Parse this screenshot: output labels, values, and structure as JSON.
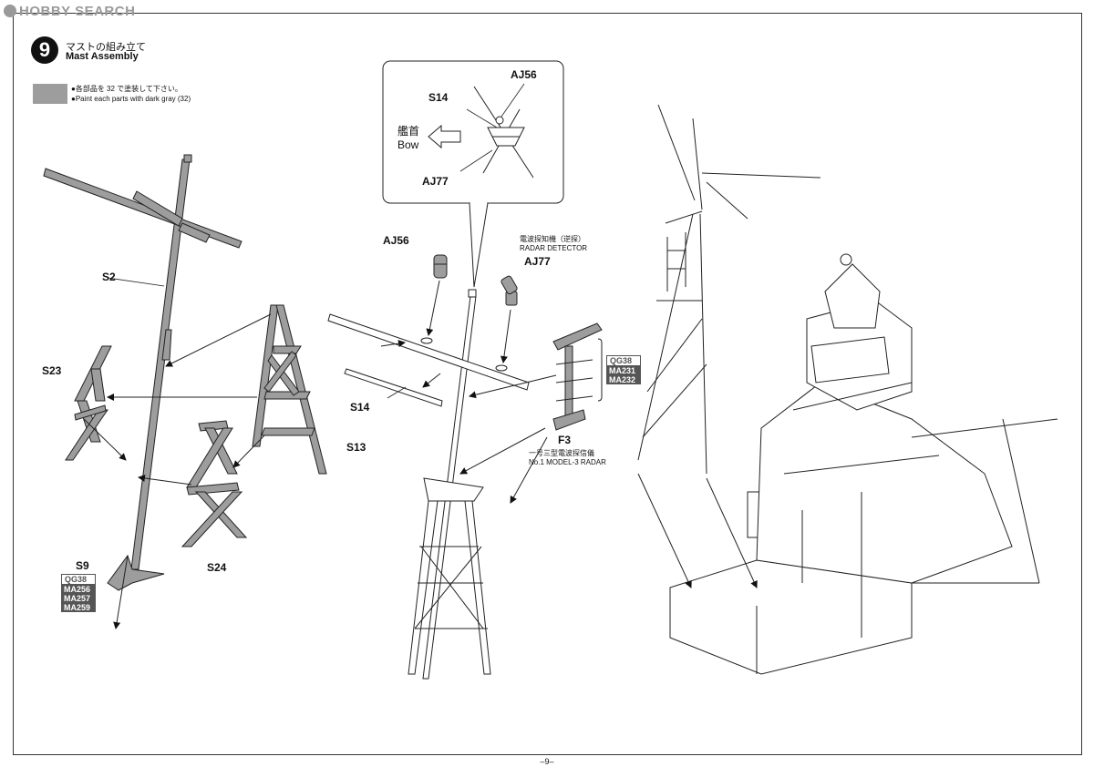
{
  "watermark": "HOBBY SEARCH",
  "step": {
    "number": "9",
    "title_jp": "マストの組み立て",
    "title_en": "Mast Assembly"
  },
  "paint_note": {
    "color": "#9d9d9d",
    "line_jp": "●各部品を 32 で塗装して下さい。",
    "line_en": "●Paint each parts with dark gray (32)"
  },
  "left_parts": {
    "s2": "S2",
    "s23": "S23",
    "s13": "S13",
    "s24": "S24",
    "s9": "S9"
  },
  "s9_codes": [
    "QG38",
    "MA256",
    "MA257",
    "MA259"
  ],
  "detail_view": {
    "aj56": "AJ56",
    "s14": "S14",
    "aj77": "AJ77",
    "bow_jp": "艦首",
    "bow_en": "Bow"
  },
  "middle_parts": {
    "aj56": "AJ56",
    "radar_detector_jp": "電波探知機（逆探）",
    "radar_detector_en": "RADAR DETECTOR",
    "aj77": "AJ77",
    "s14": "S14",
    "f3": "F3",
    "radar_jp": "一号三型電波探信儀",
    "radar_en": "No.1 MODEL-3 RADAR"
  },
  "f3_codes": [
    "QG38",
    "MA231",
    "MA232"
  ],
  "page_number": "–9–"
}
